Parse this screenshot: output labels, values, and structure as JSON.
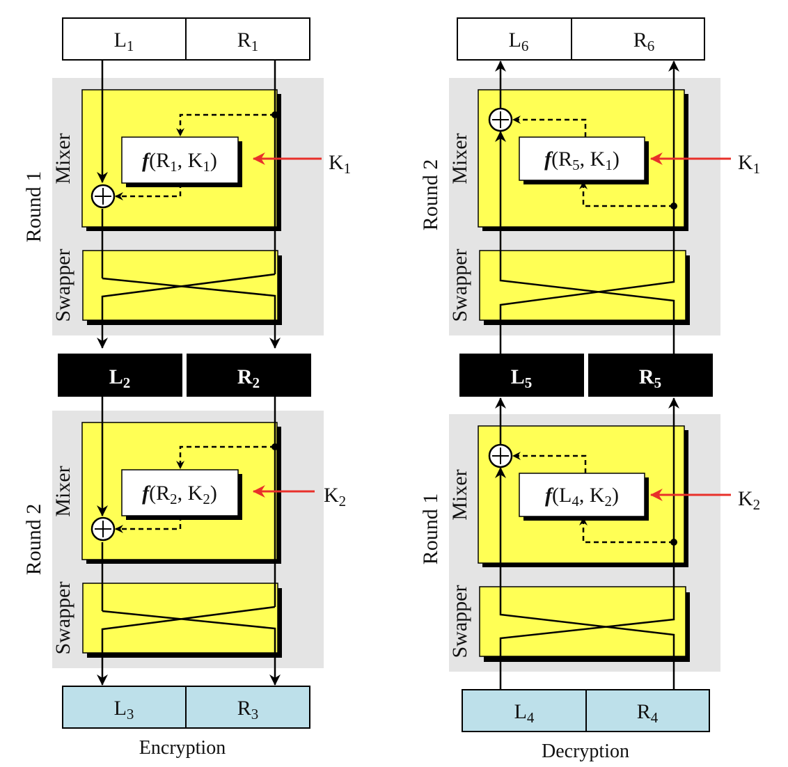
{
  "colors": {
    "panel": "#e4e4e4",
    "yellow": "#ffff55",
    "state_box": "#ffffff",
    "intermediate_box": "#000000",
    "output_box": "#bde0ea",
    "key_arrow": "#e8302a",
    "line": "#000000"
  },
  "encryption": {
    "caption": "Encryption",
    "top": {
      "left": {
        "base": "L",
        "sub": "1"
      },
      "right": {
        "base": "R",
        "sub": "1"
      }
    },
    "middle": {
      "left": {
        "base": "L",
        "sub": "2"
      },
      "right": {
        "base": "R",
        "sub": "2"
      }
    },
    "bottom": {
      "left": {
        "base": "L",
        "sub": "3"
      },
      "right": {
        "base": "R",
        "sub": "3"
      }
    },
    "rounds": [
      {
        "label": "Round 1",
        "mixer_label": "Mixer",
        "swapper_label": "Swapper",
        "function": {
          "name": "f",
          "arg1_base": "R",
          "arg1_sub": "1",
          "arg2_base": "K",
          "arg2_sub": "1"
        },
        "key": {
          "base": "K",
          "sub": "1"
        }
      },
      {
        "label": "Round 2",
        "mixer_label": "Mixer",
        "swapper_label": "Swapper",
        "function": {
          "name": "f",
          "arg1_base": "R",
          "arg1_sub": "2",
          "arg2_base": "K",
          "arg2_sub": "2"
        },
        "key": {
          "base": "K",
          "sub": "2"
        }
      }
    ]
  },
  "decryption": {
    "caption": "Decryption",
    "top": {
      "left": {
        "base": "L",
        "sub": "6"
      },
      "right": {
        "base": "R",
        "sub": "6"
      }
    },
    "middle": {
      "left": {
        "base": "L",
        "sub": "5"
      },
      "right": {
        "base": "R",
        "sub": "5"
      }
    },
    "bottom": {
      "left": {
        "base": "L",
        "sub": "4"
      },
      "right": {
        "base": "R",
        "sub": "4"
      }
    },
    "rounds": [
      {
        "label": "Round 2",
        "mixer_label": "Mixer",
        "swapper_label": "Swapper",
        "function": {
          "name": "f",
          "arg1_base": "R",
          "arg1_sub": "5",
          "arg2_base": "K",
          "arg2_sub": "1"
        },
        "key": {
          "base": "K",
          "sub": "1"
        }
      },
      {
        "label": "Round 1",
        "mixer_label": "Mixer",
        "swapper_label": "Swapper",
        "function": {
          "name": "f",
          "arg1_base": "L",
          "arg1_sub": "4",
          "arg2_base": "K",
          "arg2_sub": "2"
        },
        "key": {
          "base": "K",
          "sub": "2"
        }
      }
    ]
  }
}
